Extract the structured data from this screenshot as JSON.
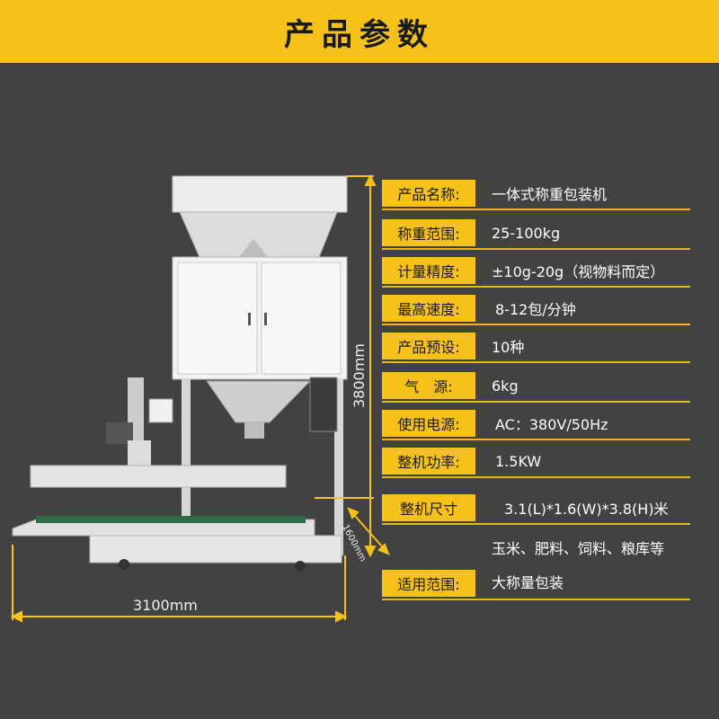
{
  "header": {
    "title": "产品参数"
  },
  "specs": [
    {
      "label": "产品名称:",
      "value": "一体式称重包装机"
    },
    {
      "label": "称重范围:",
      "value": "25-100kg"
    },
    {
      "label": "计量精度:",
      "value": "±10g-20g（视物料而定）"
    },
    {
      "label": "最高速度:",
      "value": "8-12包/分钟"
    },
    {
      "label": "产品预设:",
      "value": "10种"
    },
    {
      "label": "气　源:",
      "value": "6kg"
    },
    {
      "label": "使用电源:",
      "value": "AC：380V/50Hz"
    },
    {
      "label": "整机功率:",
      "value": "1.5KW"
    },
    {
      "label": "整机尺寸",
      "value": "3.1(L)*1.6(W)*3.8(H)米"
    },
    {
      "label": "适用范围:",
      "value_line1": "玉米、肥料、饲料、粮库等",
      "value_line2": "大称量包装"
    }
  ],
  "dimensions": {
    "width": "3100mm",
    "height": "3800mm",
    "depth": "1600mm"
  },
  "colors": {
    "accent": "#f6c21a",
    "background": "#424242"
  }
}
